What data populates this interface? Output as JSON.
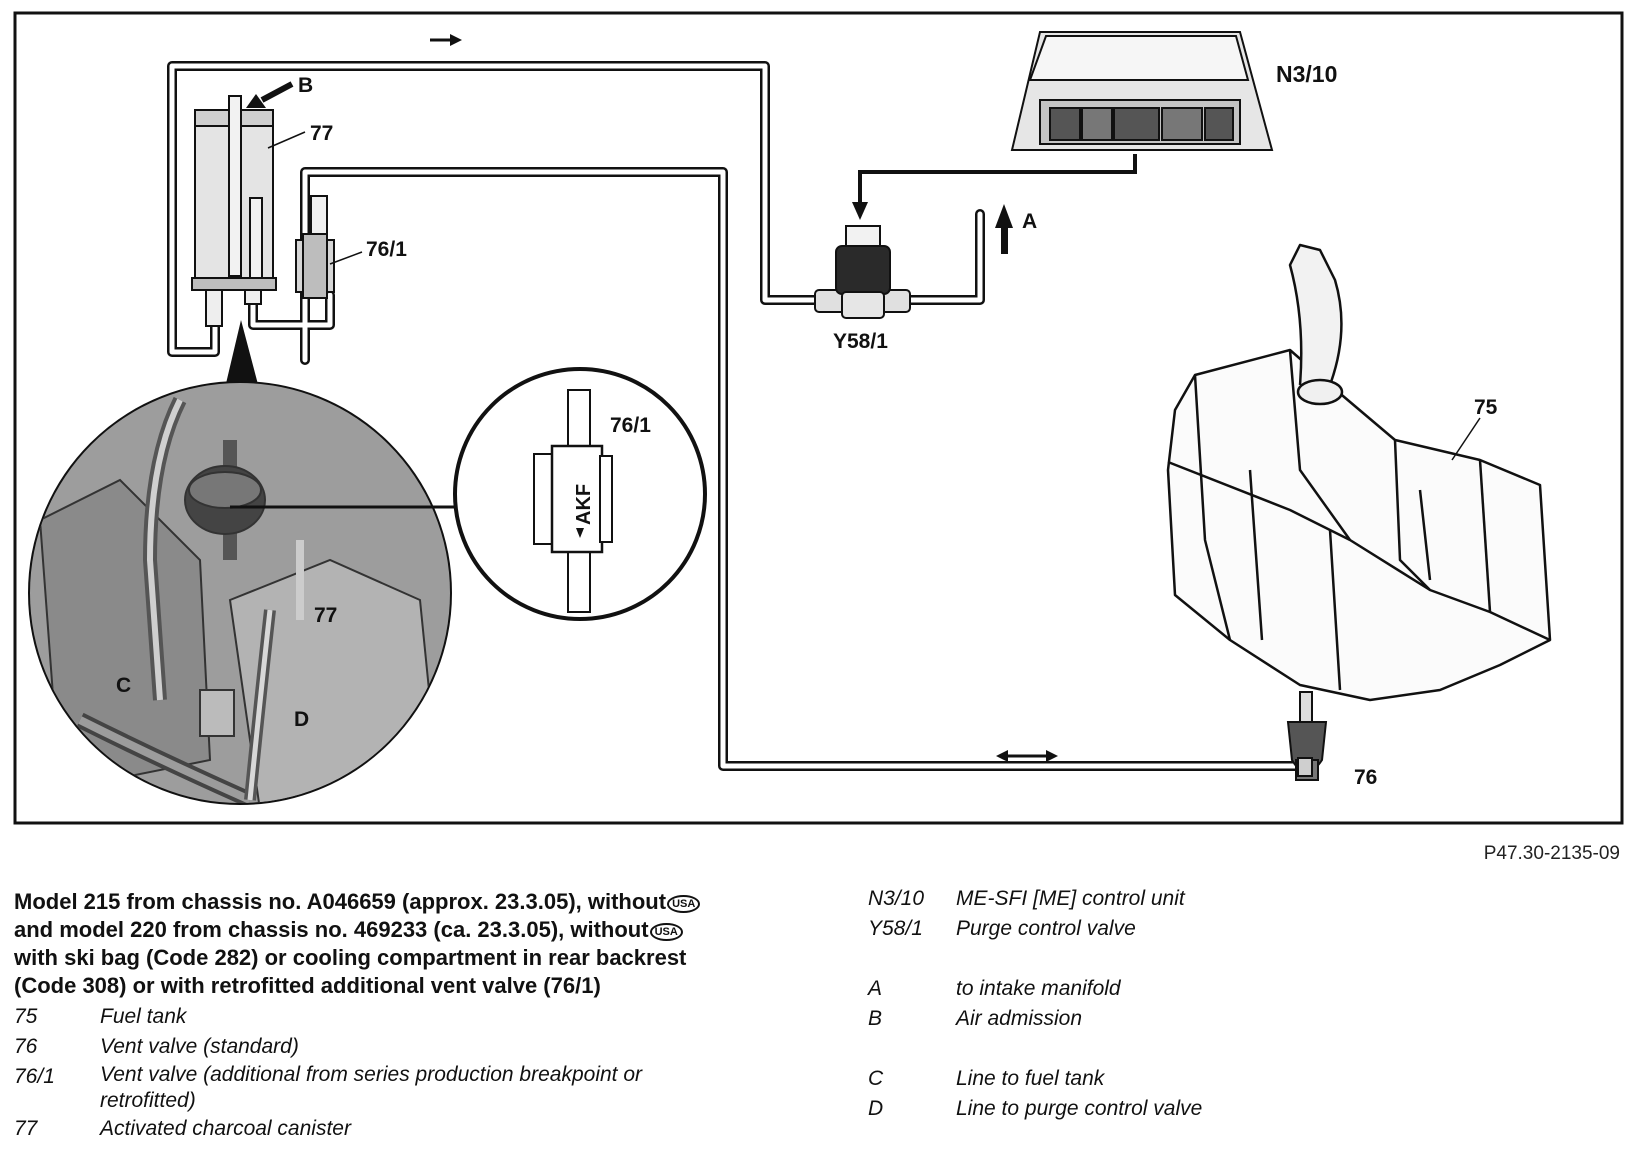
{
  "labels": {
    "n3_10": "N3/10",
    "b": "B",
    "a": "A",
    "n77": "77",
    "n76_1": "76/1",
    "y58_1": "Y58/1",
    "n75": "75",
    "n76": "76",
    "inset_76_1": "76/1",
    "inset_77": "77",
    "c": "C",
    "d": "D",
    "akf": "AKF"
  },
  "figure_code": "P47.30-2135-09",
  "caption": {
    "line1": "Model 215 from chassis no. A046659 (approx. 23.3.05), without",
    "line2": "and model 220 from chassis no. 469233 (ca. 23.3.05), without",
    "line3": "with ski bag (Code 282) or cooling compartment in rear backrest",
    "line4": "(Code 308) or with retrofitted additional vent valve (76/1)",
    "usa_badge": "USA"
  },
  "legend_left": [
    {
      "code": "75",
      "desc": "Fuel tank"
    },
    {
      "code": "76",
      "desc": "Vent valve (standard)"
    },
    {
      "code": "76/1",
      "desc": "Vent valve (additional from series production breakpoint or retrofitted)"
    },
    {
      "code": "77",
      "desc": "Activated charcoal canister"
    }
  ],
  "legend_right": [
    {
      "code": "N3/10",
      "desc": "ME-SFI [ME] control unit"
    },
    {
      "code": "Y58/1",
      "desc": "Purge control valve"
    },
    {
      "code": "A",
      "desc": "to intake manifold"
    },
    {
      "code": "B",
      "desc": "Air admission"
    },
    {
      "code": "C",
      "desc": "Line to fuel tank"
    },
    {
      "code": "D",
      "desc": "Line to purge control valve"
    }
  ],
  "colors": {
    "line": "#111111",
    "component_fill": "#d9d9d9",
    "photo_fill": "#9a9a9a"
  }
}
